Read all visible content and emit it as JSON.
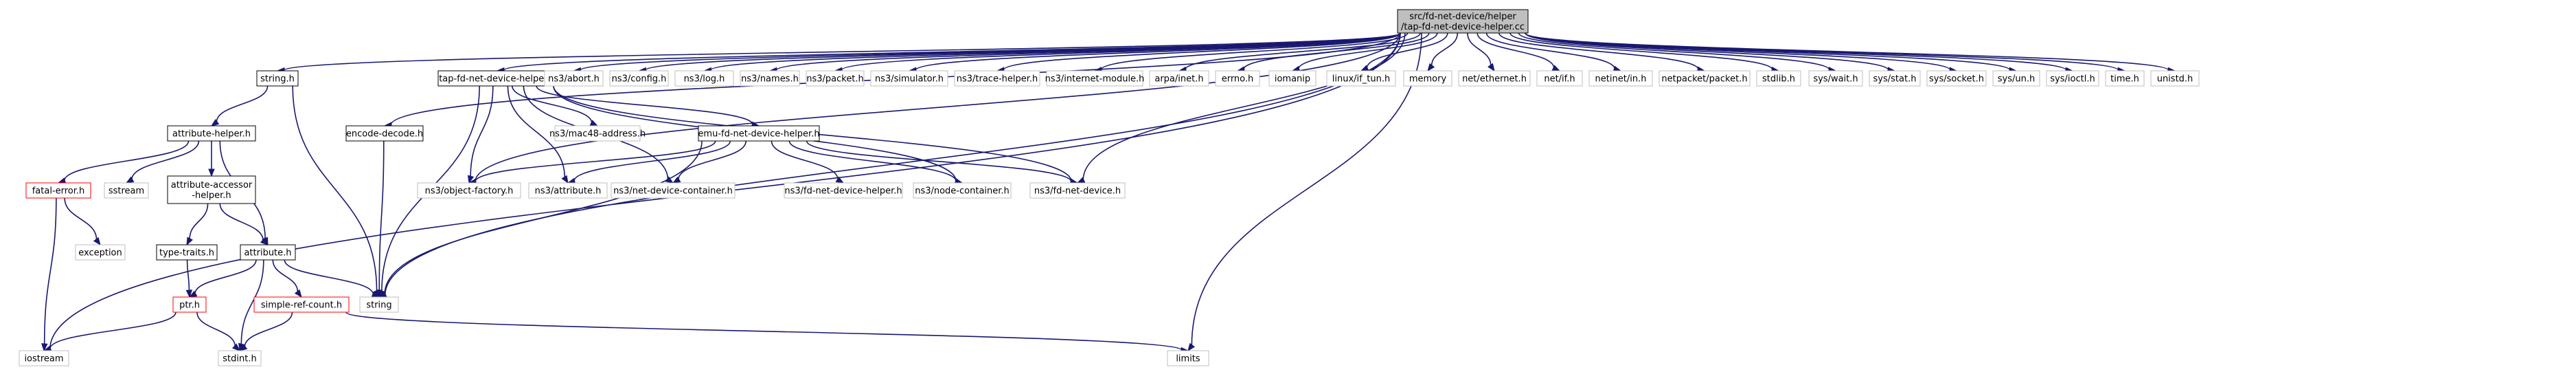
{
  "graph_title": "Include dependency graph for tap-fd-net-device-helper.cc",
  "colors": {
    "edge": "#191970",
    "root_fill": "#bfbfbf",
    "border_internal": "#000000",
    "border_external": "#bfbfbf",
    "border_truncated": "#ff0000"
  },
  "nodes": [
    {
      "id": "root",
      "lines": [
        "src/fd-net-device/helper",
        "/tap-fd-net-device-helper.cc"
      ],
      "kind": "root"
    },
    {
      "id": "iostream",
      "lines": [
        "iostream"
      ],
      "kind": "ext"
    },
    {
      "id": "string_h",
      "lines": [
        "string.h"
      ],
      "kind": "normal"
    },
    {
      "id": "object_factory",
      "lines": [
        "ns3/object-factory.h"
      ],
      "kind": "ext"
    },
    {
      "id": "encode_decode",
      "lines": [
        "encode-decode.h"
      ],
      "kind": "normal"
    },
    {
      "id": "tap_helper",
      "lines": [
        "tap-fd-net-device-helper.h"
      ],
      "kind": "normal"
    },
    {
      "id": "abort",
      "lines": [
        "ns3/abort.h"
      ],
      "kind": "ext"
    },
    {
      "id": "config",
      "lines": [
        "ns3/config.h"
      ],
      "kind": "ext"
    },
    {
      "id": "log",
      "lines": [
        "ns3/log.h"
      ],
      "kind": "ext"
    },
    {
      "id": "names",
      "lines": [
        "ns3/names.h"
      ],
      "kind": "ext"
    },
    {
      "id": "packet",
      "lines": [
        "ns3/packet.h"
      ],
      "kind": "ext"
    },
    {
      "id": "simulator",
      "lines": [
        "ns3/simulator.h"
      ],
      "kind": "ext"
    },
    {
      "id": "trace_helper",
      "lines": [
        "ns3/trace-helper.h"
      ],
      "kind": "ext"
    },
    {
      "id": "internet_module",
      "lines": [
        "ns3/internet-module.h"
      ],
      "kind": "ext"
    },
    {
      "id": "arpa_inet",
      "lines": [
        "arpa/inet.h"
      ],
      "kind": "ext"
    },
    {
      "id": "errno",
      "lines": [
        "errno.h"
      ],
      "kind": "ext"
    },
    {
      "id": "iomanip",
      "lines": [
        "iomanip"
      ],
      "kind": "ext"
    },
    {
      "id": "if_tun",
      "lines": [
        "linux/if_tun.h"
      ],
      "kind": "ext"
    },
    {
      "id": "memory",
      "lines": [
        "memory"
      ],
      "kind": "ext"
    },
    {
      "id": "net_ethernet",
      "lines": [
        "net/ethernet.h"
      ],
      "kind": "ext"
    },
    {
      "id": "net_if",
      "lines": [
        "net/if.h"
      ],
      "kind": "ext"
    },
    {
      "id": "netinet_in",
      "lines": [
        "netinet/in.h"
      ],
      "kind": "ext"
    },
    {
      "id": "netpacket",
      "lines": [
        "netpacket/packet.h"
      ],
      "kind": "ext"
    },
    {
      "id": "stdlib",
      "lines": [
        "stdlib.h"
      ],
      "kind": "ext"
    },
    {
      "id": "sys_wait",
      "lines": [
        "sys/wait.h"
      ],
      "kind": "ext"
    },
    {
      "id": "sys_stat",
      "lines": [
        "sys/stat.h"
      ],
      "kind": "ext"
    },
    {
      "id": "sys_socket",
      "lines": [
        "sys/socket.h"
      ],
      "kind": "ext"
    },
    {
      "id": "sys_un",
      "lines": [
        "sys/un.h"
      ],
      "kind": "ext"
    },
    {
      "id": "sys_ioctl",
      "lines": [
        "sys/ioctl.h"
      ],
      "kind": "ext"
    },
    {
      "id": "time_h",
      "lines": [
        "time.h"
      ],
      "kind": "ext"
    },
    {
      "id": "unistd",
      "lines": [
        "unistd.h"
      ],
      "kind": "ext"
    },
    {
      "id": "attribute_helper",
      "lines": [
        "attribute-helper.h"
      ],
      "kind": "normal"
    },
    {
      "id": "mac48",
      "lines": [
        "ns3/mac48-address.h"
      ],
      "kind": "ext"
    },
    {
      "id": "emu_helper",
      "lines": [
        "emu-fd-net-device-helper.h"
      ],
      "kind": "normal"
    },
    {
      "id": "fatal_error",
      "lines": [
        "fatal-error.h"
      ],
      "kind": "red"
    },
    {
      "id": "sstream",
      "lines": [
        "sstream"
      ],
      "kind": "ext"
    },
    {
      "id": "attr_accessor",
      "lines": [
        "attribute-accessor",
        "-helper.h"
      ],
      "kind": "normal"
    },
    {
      "id": "ns3_attribute",
      "lines": [
        "ns3/attribute.h"
      ],
      "kind": "ext"
    },
    {
      "id": "net_device_container",
      "lines": [
        "ns3/net-device-container.h"
      ],
      "kind": "ext"
    },
    {
      "id": "fd_helper",
      "lines": [
        "ns3/fd-net-device-helper.h"
      ],
      "kind": "ext"
    },
    {
      "id": "node_container",
      "lines": [
        "ns3/node-container.h"
      ],
      "kind": "ext"
    },
    {
      "id": "fd_device",
      "lines": [
        "ns3/fd-net-device.h"
      ],
      "kind": "ext"
    },
    {
      "id": "exception",
      "lines": [
        "exception"
      ],
      "kind": "ext"
    },
    {
      "id": "type_traits",
      "lines": [
        "type-traits.h"
      ],
      "kind": "normal"
    },
    {
      "id": "attribute_h",
      "lines": [
        "attribute.h"
      ],
      "kind": "normal"
    },
    {
      "id": "ptr",
      "lines": [
        "ptr.h"
      ],
      "kind": "red"
    },
    {
      "id": "simple_ref",
      "lines": [
        "simple-ref-count.h"
      ],
      "kind": "red"
    },
    {
      "id": "string",
      "lines": [
        "string"
      ],
      "kind": "ext"
    },
    {
      "id": "limits",
      "lines": [
        "limits"
      ],
      "kind": "ext"
    },
    {
      "id": "stdint",
      "lines": [
        "stdint.h"
      ],
      "kind": "ext"
    }
  ],
  "edges": [
    [
      "root",
      "iostream"
    ],
    [
      "root",
      "string_h"
    ],
    [
      "root",
      "object_factory"
    ],
    [
      "root",
      "encode_decode"
    ],
    [
      "root",
      "tap_helper"
    ],
    [
      "root",
      "abort"
    ],
    [
      "root",
      "config"
    ],
    [
      "root",
      "log"
    ],
    [
      "root",
      "names"
    ],
    [
      "root",
      "packet"
    ],
    [
      "root",
      "simulator"
    ],
    [
      "root",
      "trace_helper"
    ],
    [
      "root",
      "internet_module"
    ],
    [
      "root",
      "arpa_inet"
    ],
    [
      "root",
      "errno"
    ],
    [
      "root",
      "iomanip"
    ],
    [
      "root",
      "if_tun"
    ],
    [
      "root",
      "memory"
    ],
    [
      "root",
      "net_ethernet"
    ],
    [
      "root",
      "net_if"
    ],
    [
      "root",
      "netinet_in"
    ],
    [
      "root",
      "netpacket"
    ],
    [
      "root",
      "stdlib"
    ],
    [
      "root",
      "sys_wait"
    ],
    [
      "root",
      "sys_stat"
    ],
    [
      "root",
      "sys_socket"
    ],
    [
      "root",
      "sys_un"
    ],
    [
      "root",
      "sys_ioctl"
    ],
    [
      "root",
      "time_h"
    ],
    [
      "root",
      "unistd"
    ],
    [
      "root",
      "fd_device"
    ],
    [
      "root",
      "string"
    ],
    [
      "root",
      "limits"
    ],
    [
      "string_h",
      "attribute_helper"
    ],
    [
      "string_h",
      "string"
    ],
    [
      "encode_decode",
      "string"
    ],
    [
      "tap_helper",
      "object_factory"
    ],
    [
      "tap_helper",
      "mac48"
    ],
    [
      "tap_helper",
      "emu_helper"
    ],
    [
      "tap_helper",
      "ns3_attribute"
    ],
    [
      "tap_helper",
      "net_device_container"
    ],
    [
      "tap_helper",
      "node_container"
    ],
    [
      "tap_helper",
      "fd_device"
    ],
    [
      "tap_helper",
      "string"
    ],
    [
      "emu_helper",
      "object_factory"
    ],
    [
      "emu_helper",
      "ns3_attribute"
    ],
    [
      "emu_helper",
      "net_device_container"
    ],
    [
      "emu_helper",
      "fd_helper"
    ],
    [
      "emu_helper",
      "node_container"
    ],
    [
      "emu_helper",
      "fd_device"
    ],
    [
      "emu_helper",
      "string"
    ],
    [
      "attribute_helper",
      "fatal_error"
    ],
    [
      "attribute_helper",
      "sstream"
    ],
    [
      "attribute_helper",
      "attr_accessor"
    ],
    [
      "attribute_helper",
      "attribute_h"
    ],
    [
      "fatal_error",
      "exception"
    ],
    [
      "fatal_error",
      "iostream"
    ],
    [
      "attr_accessor",
      "type_traits"
    ],
    [
      "attr_accessor",
      "attribute_h"
    ],
    [
      "type_traits",
      "ptr"
    ],
    [
      "attribute_h",
      "ptr"
    ],
    [
      "attribute_h",
      "simple_ref"
    ],
    [
      "attribute_h",
      "string"
    ],
    [
      "attribute_h",
      "stdint"
    ],
    [
      "ptr",
      "iostream"
    ],
    [
      "ptr",
      "stdint"
    ],
    [
      "simple_ref",
      "stdint"
    ],
    [
      "simple_ref",
      "limits"
    ]
  ]
}
